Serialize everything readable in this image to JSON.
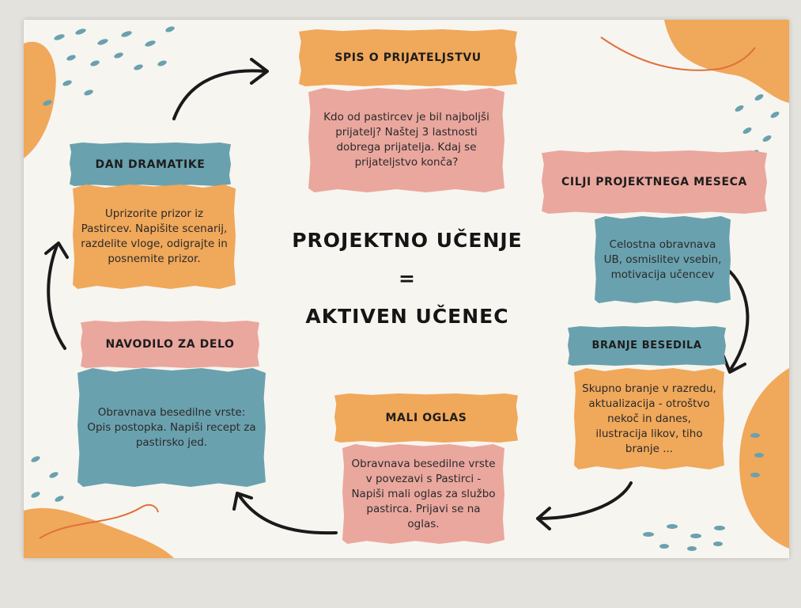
{
  "center": {
    "line1": "PROJEKTNO UČENJE",
    "line2": "=",
    "line3": "AKTIVEN UČENEC"
  },
  "cards": {
    "spis": {
      "title": "SPIS O PRIJATELJSTVU",
      "text": "Kdo od pastircev je bil najboljši prijatelj? Naštej 3 lastnosti dobrega prijatelja. Kdaj se prijateljstvo konča?"
    },
    "cilji": {
      "title": "CILJI PROJEKTNEGA MESECA",
      "text": "Celostna obravnava UB, osmislitev vsebin, motivacija učencev"
    },
    "branje": {
      "title": "BRANJE BESEDILA",
      "text": "Skupno branje v razredu, aktualizacija - otroštvo nekoč in danes, ilustracija likov, tiho branje ..."
    },
    "oglas": {
      "title": "MALI OGLAS",
      "text": "Obravnava besedilne vrste v povezavi s Pastirci - Napiši mali oglas za službo pastirca. Prijavi se na oglas."
    },
    "navodilo": {
      "title": "NAVODILO ZA DELO",
      "text": "Obravnava besedilne vrste: Opis postopka. Napiši recept za pastirsko jed."
    },
    "dramatika": {
      "title": "DAN DRAMATIKE",
      "text": "Uprizorite prizor iz Pastircev. Napišite scenarij, razdelite vloge, odigrajte in posnemite prizor."
    }
  },
  "colors": {
    "orange": "#f0a85a",
    "pink": "#eaa79e",
    "blue": "#6aa1ae",
    "arrow": "#1a1a1a"
  }
}
